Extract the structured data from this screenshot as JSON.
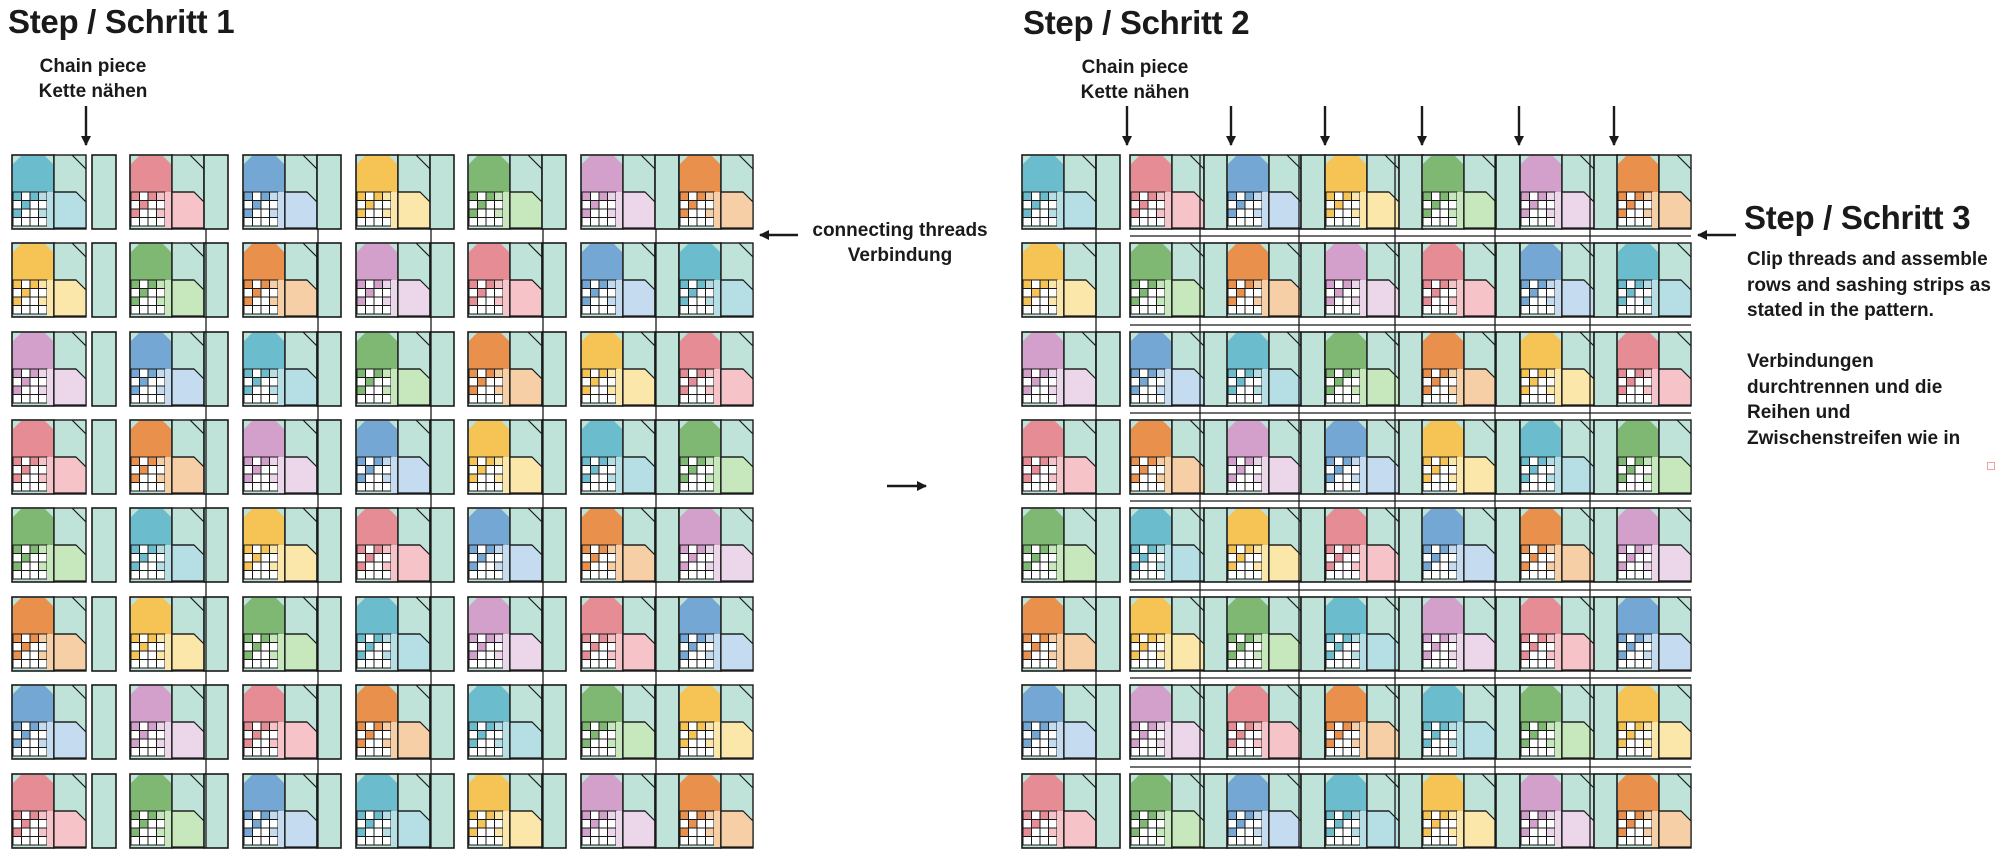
{
  "step1": {
    "title": "Step / Schritt 1",
    "chain_en": "Chain piece",
    "chain_de": "Kette nähen",
    "threads_en": "connecting threads",
    "threads_de": "Verbindung"
  },
  "step2": {
    "title": "Step / Schritt 2",
    "chain_en": "Chain piece",
    "chain_de": "Kette nähen"
  },
  "step3": {
    "title": "Step / Schritt 3",
    "text_lines": [
      "Clip threads and assemble",
      "rows and sashing strips as",
      "stated in the pattern.",
      "",
      "Verbindungen",
      "durchtrennen und die",
      "Reihen und",
      "Zwischenstreifen wie in"
    ]
  },
  "colors": {
    "sashing": "#bfe3d8",
    "outline": "#1a1a1a",
    "palette": [
      {
        "name": "blue-teal",
        "dark": "#6bbccc",
        "light": "#b5dee5"
      },
      {
        "name": "pink",
        "dark": "#e68c95",
        "light": "#f5c3c8"
      },
      {
        "name": "blue",
        "dark": "#74a7d3",
        "light": "#c5dbef"
      },
      {
        "name": "yellow",
        "dark": "#f6c454",
        "light": "#fbe7aa"
      },
      {
        "name": "green",
        "dark": "#7fb872",
        "light": "#c7e7bc"
      },
      {
        "name": "lilac",
        "dark": "#d39fcb",
        "light": "#ecd7ea"
      },
      {
        "name": "orange",
        "dark": "#e8904c",
        "light": "#f6cfa6"
      }
    ]
  },
  "step1_block_colors": [
    [
      "blue-teal",
      "pink",
      "blue",
      "yellow",
      "green",
      "lilac",
      "orange"
    ],
    [
      "yellow",
      "green",
      "orange",
      "lilac",
      "pink",
      "blue",
      "blue-teal"
    ],
    [
      "lilac",
      "blue",
      "blue-teal",
      "green",
      "orange",
      "yellow",
      "pink"
    ],
    [
      "pink",
      "orange",
      "lilac",
      "blue",
      "yellow",
      "blue-teal",
      "green"
    ],
    [
      "green",
      "blue-teal",
      "yellow",
      "pink",
      "blue",
      "orange",
      "lilac"
    ],
    [
      "orange",
      "yellow",
      "green",
      "blue-teal",
      "lilac",
      "pink",
      "blue"
    ],
    [
      "blue",
      "lilac",
      "pink",
      "orange",
      "blue-teal",
      "green",
      "yellow"
    ],
    [
      "pink",
      "green",
      "blue",
      "blue-teal",
      "yellow",
      "lilac",
      "orange"
    ]
  ],
  "step2_block_colors": [
    [
      "blue-teal",
      "pink",
      "blue",
      "yellow",
      "green",
      "lilac",
      "orange"
    ],
    [
      "yellow",
      "green",
      "orange",
      "lilac",
      "pink",
      "blue",
      "blue-teal"
    ],
    [
      "lilac",
      "blue",
      "blue-teal",
      "green",
      "orange",
      "yellow",
      "pink"
    ],
    [
      "pink",
      "orange",
      "lilac",
      "blue",
      "yellow",
      "blue-teal",
      "green"
    ],
    [
      "green",
      "blue-teal",
      "yellow",
      "pink",
      "blue",
      "orange",
      "lilac"
    ],
    [
      "orange",
      "yellow",
      "green",
      "blue-teal",
      "lilac",
      "pink",
      "blue"
    ],
    [
      "blue",
      "lilac",
      "pink",
      "orange",
      "blue-teal",
      "green",
      "yellow"
    ],
    [
      "pink",
      "green",
      "blue",
      "blue-teal",
      "yellow",
      "lilac",
      "orange"
    ]
  ],
  "step2_arrow_count": 6
}
